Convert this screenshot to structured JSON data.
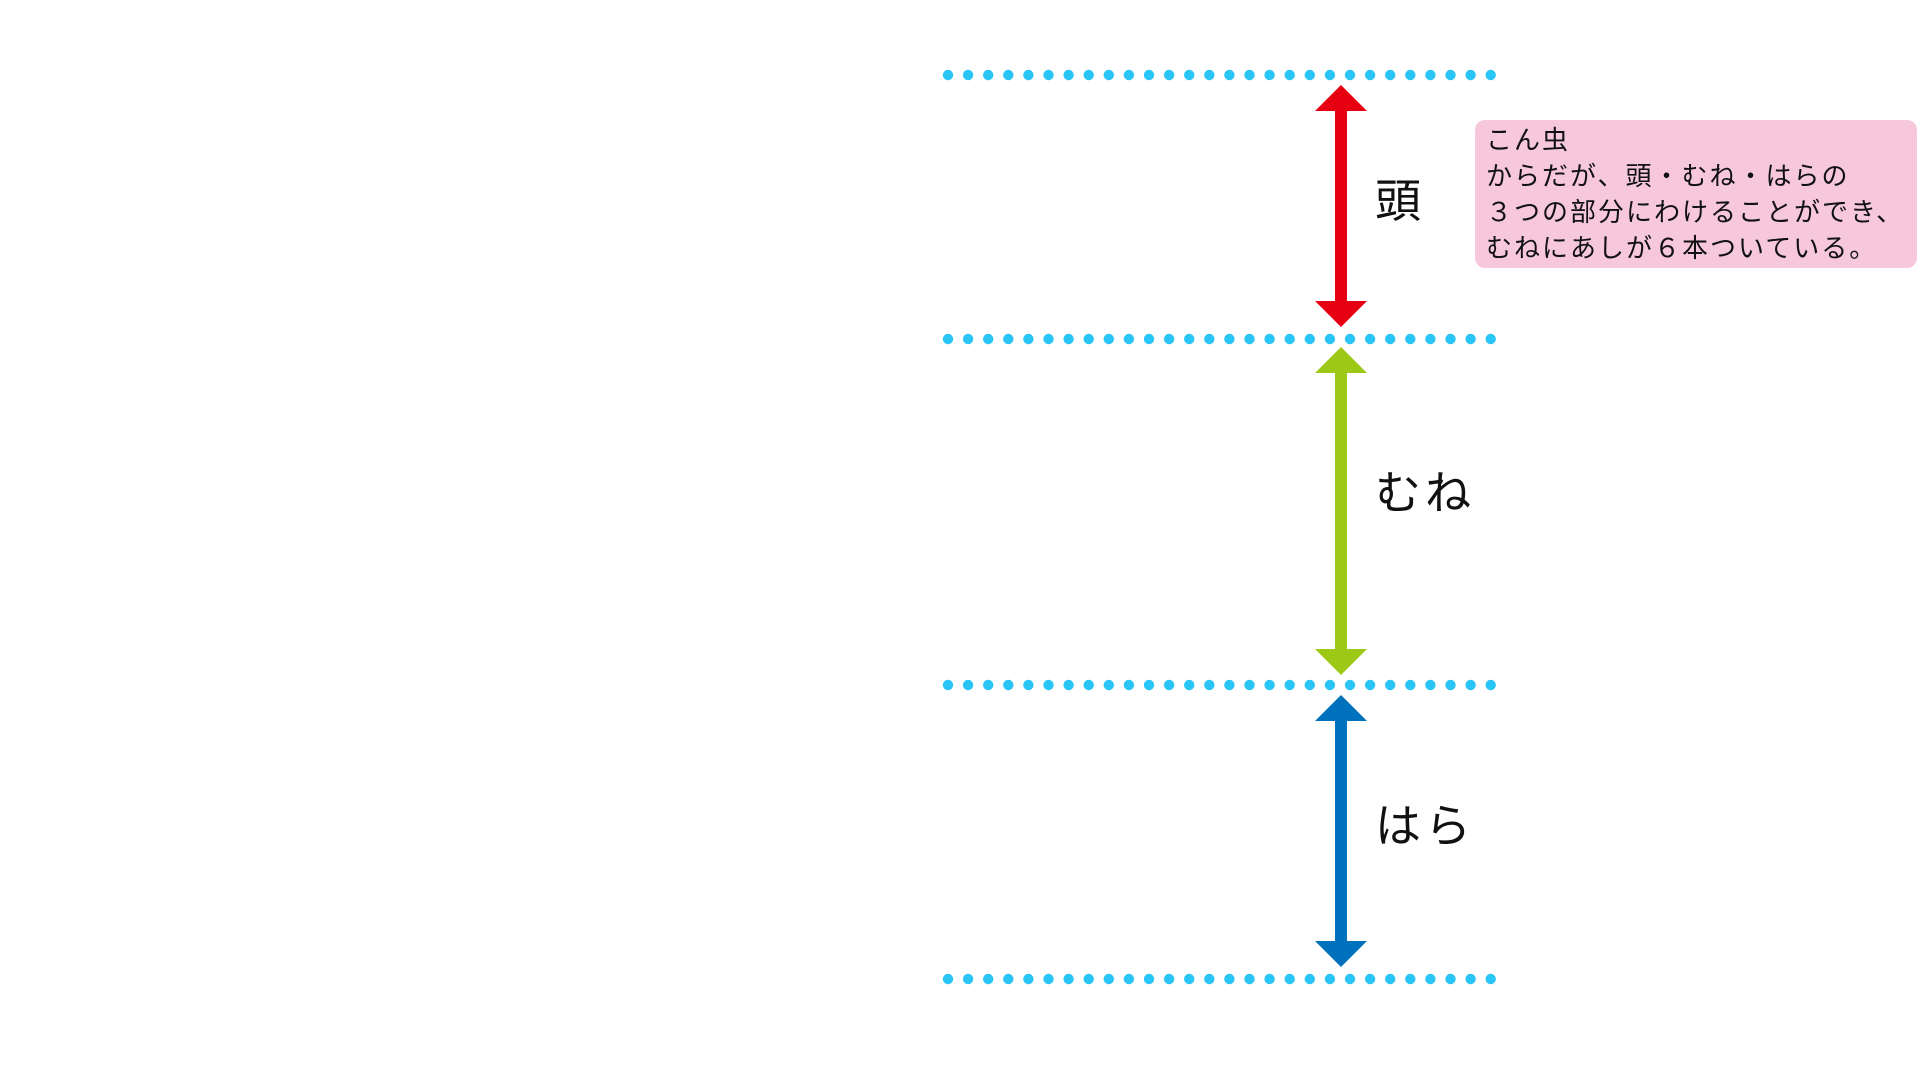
{
  "colors": {
    "dotted_line": "#29c5f6",
    "head_arrow": "#e60012",
    "chest_arrow": "#9dc815",
    "abdomen_arrow": "#0071bc",
    "info_box_bg": "#f7c8dc"
  },
  "segments": [
    {
      "label": "頭",
      "color": "#e60012"
    },
    {
      "label": "むね",
      "color": "#9dc815"
    },
    {
      "label": "はら",
      "color": "#0071bc"
    }
  ],
  "info_box": {
    "lines": [
      "こん虫",
      "からだが、頭・むね・はらの",
      "３つの部分にわけることができ、",
      "むねにあしが６本ついている。"
    ]
  }
}
